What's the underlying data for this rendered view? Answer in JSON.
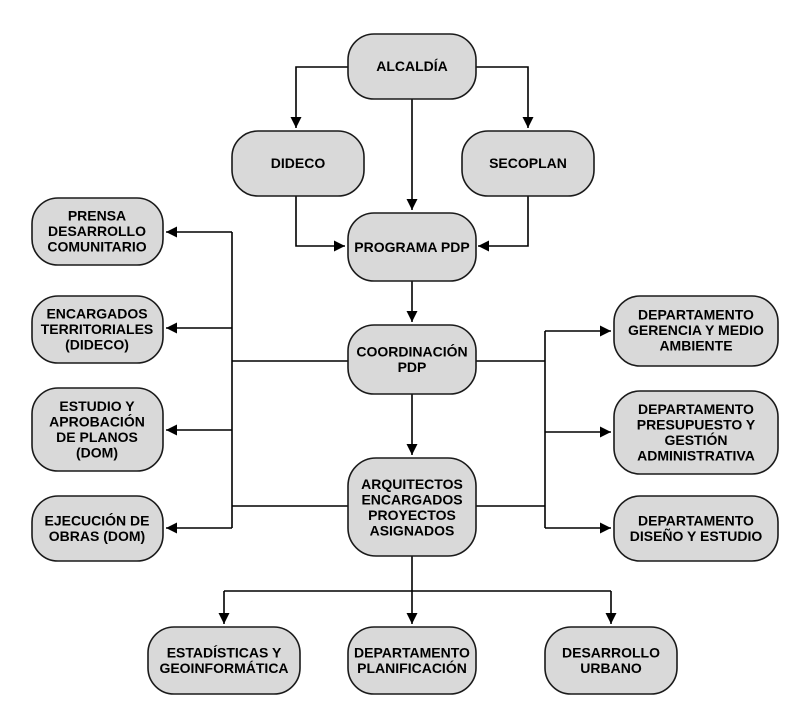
{
  "nodes": [
    {
      "id": "alcaldia",
      "lines": [
        "ALCALDÍA"
      ]
    },
    {
      "id": "dideco",
      "lines": [
        "DIDECO"
      ]
    },
    {
      "id": "secoplan",
      "lines": [
        "SECOPLAN"
      ]
    },
    {
      "id": "programa",
      "lines": [
        "PROGRAMA PDP"
      ]
    },
    {
      "id": "coordinacion",
      "lines": [
        "COORDINACIÓN",
        "PDP"
      ]
    },
    {
      "id": "arquitectos",
      "lines": [
        "ARQUITECTOS",
        "ENCARGADOS",
        "PROYECTOS",
        "ASIGNADOS"
      ]
    },
    {
      "id": "prensa",
      "lines": [
        "PRENSA",
        "DESARROLLO",
        "COMUNITARIO"
      ]
    },
    {
      "id": "encargados",
      "lines": [
        "ENCARGADOS",
        "TERRITORIALES",
        "(DIDECO)"
      ]
    },
    {
      "id": "estudio",
      "lines": [
        "ESTUDIO Y",
        "APROBACIÓN",
        "DE PLANOS",
        "(DOM)"
      ]
    },
    {
      "id": "ejecucion",
      "lines": [
        "EJECUCIÓN DE",
        "OBRAS (DOM)"
      ]
    },
    {
      "id": "gerencia",
      "lines": [
        "DEPARTAMENTO",
        "GERENCIA Y MEDIO",
        "AMBIENTE"
      ]
    },
    {
      "id": "presupuesto",
      "lines": [
        "DEPARTAMENTO",
        "PRESUPUESTO Y",
        "GESTIÓN",
        "ADMINISTRATIVA"
      ]
    },
    {
      "id": "diseno",
      "lines": [
        "DEPARTAMENTO",
        "DISEÑO Y ESTUDIO"
      ]
    },
    {
      "id": "estadisticas",
      "lines": [
        "ESTADÍSTICAS Y",
        "GEOINFORMÁTICA"
      ]
    },
    {
      "id": "planificacion",
      "lines": [
        "DEPARTAMENTO",
        "PLANIFICACIÓN"
      ]
    },
    {
      "id": "desarrollo",
      "lines": [
        "DESARROLLO",
        "URBANO"
      ]
    }
  ]
}
